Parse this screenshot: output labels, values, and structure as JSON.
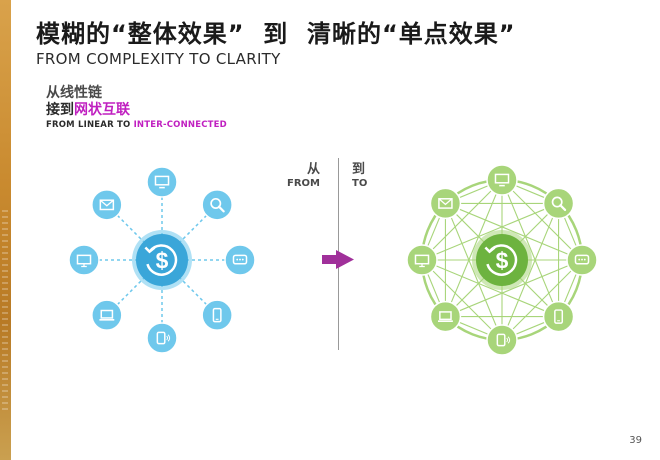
{
  "slide": {
    "title_part1": "模糊的“整体效果”",
    "title_part2": "  到  ",
    "title_part3": "清晰的“单点效果”",
    "subtitle": "FROM COMPLEXITY TO CLARITY",
    "block": {
      "line1": "从线性链",
      "line2_prefix": "接到",
      "line2_highlight": "网状互联",
      "line3_prefix": "FROM LINEAR TO ",
      "line3_highlight": "INTER-CONNECTED"
    },
    "from_cn": "从",
    "from_en": "FROM",
    "to_cn": "到",
    "to_en": "TO",
    "page_number": "39"
  },
  "colors": {
    "blue_node": "#6fc8ec",
    "blue_center": "#3aa6d9",
    "green_node": "#a8d57a",
    "green_center": "#6db33f",
    "arrow": "#a0309a",
    "accent_pink": "#c020c0"
  },
  "icons": [
    "money-cycle-icon",
    "monitor-icon",
    "search-icon",
    "chat-icon",
    "mobile-icon",
    "smartphone-icon",
    "laptop-icon",
    "display-icon",
    "email-icon"
  ]
}
